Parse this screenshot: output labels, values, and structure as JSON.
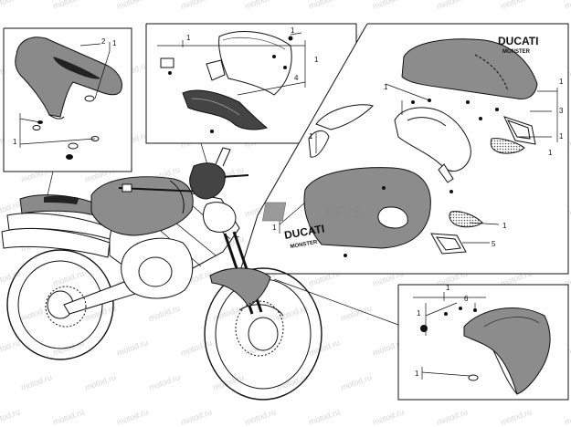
{
  "watermark": "motod.ru",
  "center_logo": "ARIS",
  "decal_text": "DUCATI",
  "decal_sub": "MONSTER",
  "callouts": {
    "seat_cowl_1": "1",
    "seat_cowl_2": "2",
    "seat_cowl_1b": "1",
    "fly_1a": "1",
    "fly_1b": "1",
    "fly_4": "4",
    "fly_1c": "1",
    "tank_1a": "1",
    "tank_1b": "1",
    "tank_3": "3",
    "tank_1c": "1",
    "tank_1d": "1",
    "tank_1e": "1",
    "tank_5": "5",
    "tank_1f": "1",
    "tank_1g": "1",
    "fender_1a": "1",
    "fender_6": "6",
    "fender_1b": "1",
    "fender_1c": "1"
  }
}
